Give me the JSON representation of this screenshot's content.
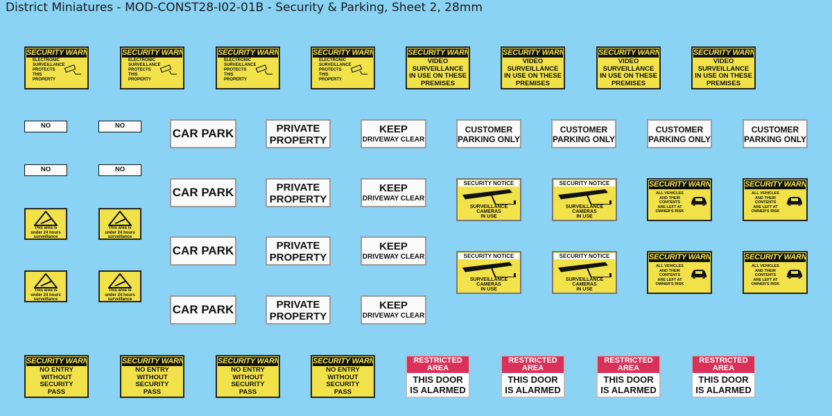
{
  "title": "District Miniatures - MOD-CONST28-I02-01B - Security & Parking, Sheet 2, 28mm",
  "signs": {
    "security_warning": "SECURITY WARNING",
    "electronic_surveillance": "ELECTRONIC\nSURVEILLANCE\nPROTECTS\nTHIS\nPROPERTY",
    "video_surveillance": "VIDEO\nSURVEILLANCE\nIN USE ON THESE\nPREMISES",
    "no_hawkers": "NO HAWKERS",
    "car_park": "CAR PARK",
    "private_property": "PRIVATE\nPROPERTY",
    "keep": "KEEP",
    "driveway_clear": "DRIVEWAY CLEAR",
    "customer_parking": "CUSTOMER\nPARKING ONLY",
    "security_notice": "SECURITY NOTICE",
    "surveillance_cameras": "SURVEILLANCE\nCAMERAS\nIN USE",
    "vehicles_risk": "ALL VEHICLES\nAND THEIR\nCONTENTS\nARE LEFT AT\nOWNER'S RISK",
    "area_24h": "This area is\nunder 24 hours\nsurveillance",
    "no_entry": "NO ENTRY\nWITHOUT\nSECURITY\nPASS",
    "restricted_area": "RESTRICTED\nAREA",
    "door_alarmed": "THIS DOOR\nIS ALARMED"
  },
  "icons": [
    "cctv-camera-icon",
    "car-icon",
    "warning-triangle-icon"
  ],
  "colors": {
    "background": "#8ad3f5",
    "warning_yellow": "#f1e24a",
    "band_black": "#111111",
    "restricted_red": "#d9315a"
  }
}
